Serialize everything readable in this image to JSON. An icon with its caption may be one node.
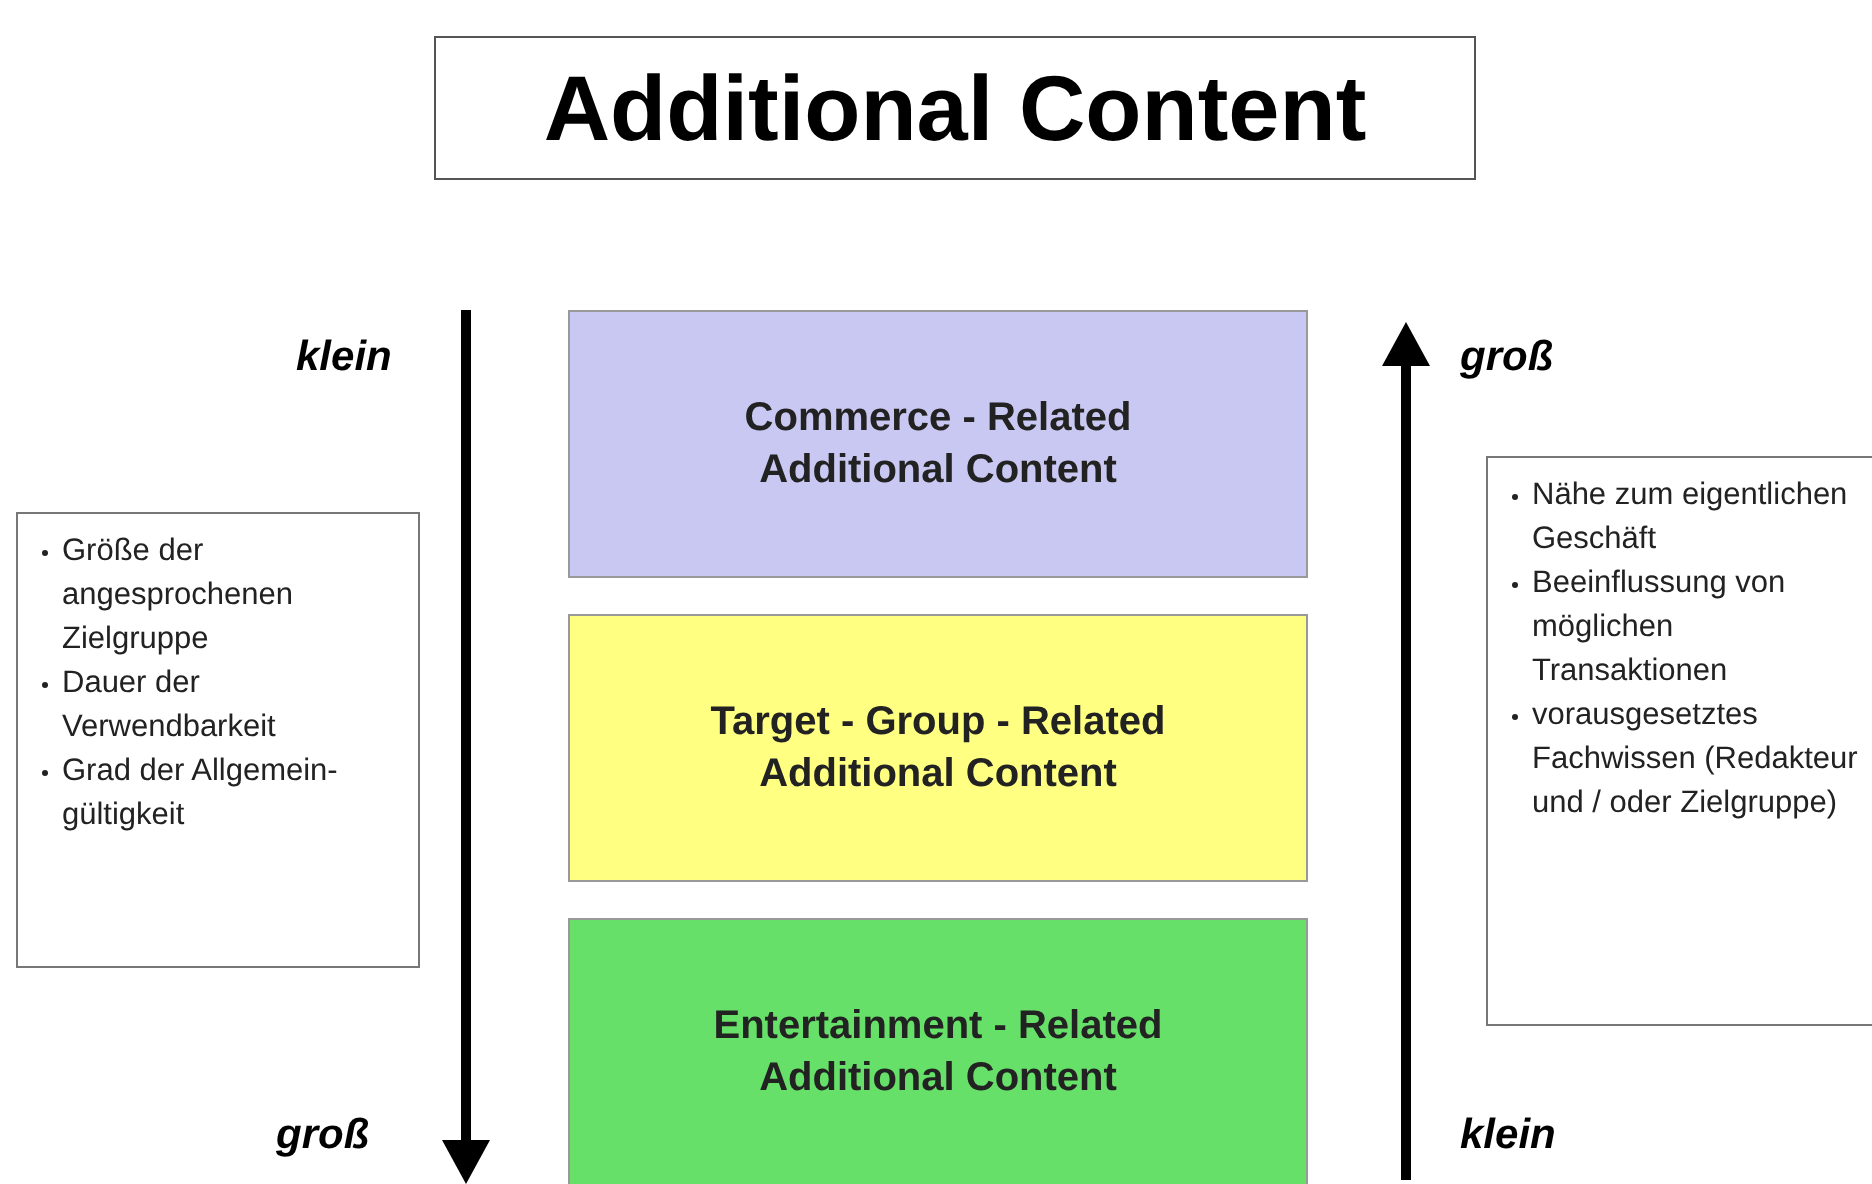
{
  "diagram": {
    "title": "Additional Content",
    "nodes": [
      {
        "text": [
          "Commerce - Related Additional Content"
        ]
      },
      {
        "text": [
          "Target - Group - Related Additional Content"
        ]
      },
      {
        "text": [
          "Entertainment - Related Additional Content"
        ]
      },
      {
        "text": [
          "Größe der angesprochenen Zielgruppe",
          "Dauer der Verwendbarkeit",
          "Grad der Allgemein-gültigkeit"
        ]
      },
      {
        "text": [
          "Nähe zum eigentlichen Geschäft",
          "Beeinflussung von möglichen Transaktionen",
          "vorausgesetztes Fachwissen (Redakteur und / oder Zielgruppe)"
        ]
      }
    ],
    "labels": [
      "klein",
      "groß",
      "groß",
      "klein"
    ]
  }
}
